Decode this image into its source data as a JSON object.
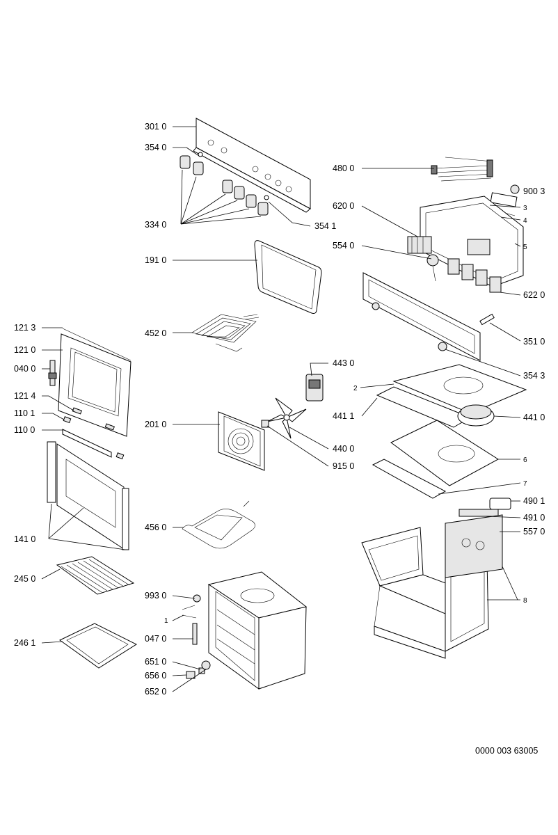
{
  "labels": {
    "l3010": "301 0",
    "l3540": "354 0",
    "l3340": "334 0",
    "l3541": "354 1",
    "l1910": "191 0",
    "l4520": "452 0",
    "l1213": "121 3",
    "l1210": "121 0",
    "l0400": "040 0",
    "l1214": "121 4",
    "l1101": "110 1",
    "l1100": "110 0",
    "l2010": "201 0",
    "l1410": "141 0",
    "l4560": "456 0",
    "l2450": "245 0",
    "l9930": "993 0",
    "l1": "1",
    "l0470": "047 0",
    "l2461": "246 1",
    "l6510": "651 0",
    "l6560": "656 0",
    "l6520": "652 0",
    "l4800": "480 0",
    "l9003": "900 3",
    "l3": "3",
    "l4": "4",
    "l6200": "620 0",
    "l5": "5",
    "l5540": "554 0",
    "l6220": "622 0",
    "l3510": "351 0",
    "l3543": "354 3",
    "l4430": "443 0",
    "l2": "2",
    "l4411": "441 1",
    "l4410": "441 0",
    "l4400": "440 0",
    "l9150": "915 0",
    "l6": "6",
    "l7": "7",
    "l4901": "490 1",
    "l4910": "491 0",
    "l5570": "557 0",
    "l8": "8"
  },
  "reference": "0000 003 63005"
}
